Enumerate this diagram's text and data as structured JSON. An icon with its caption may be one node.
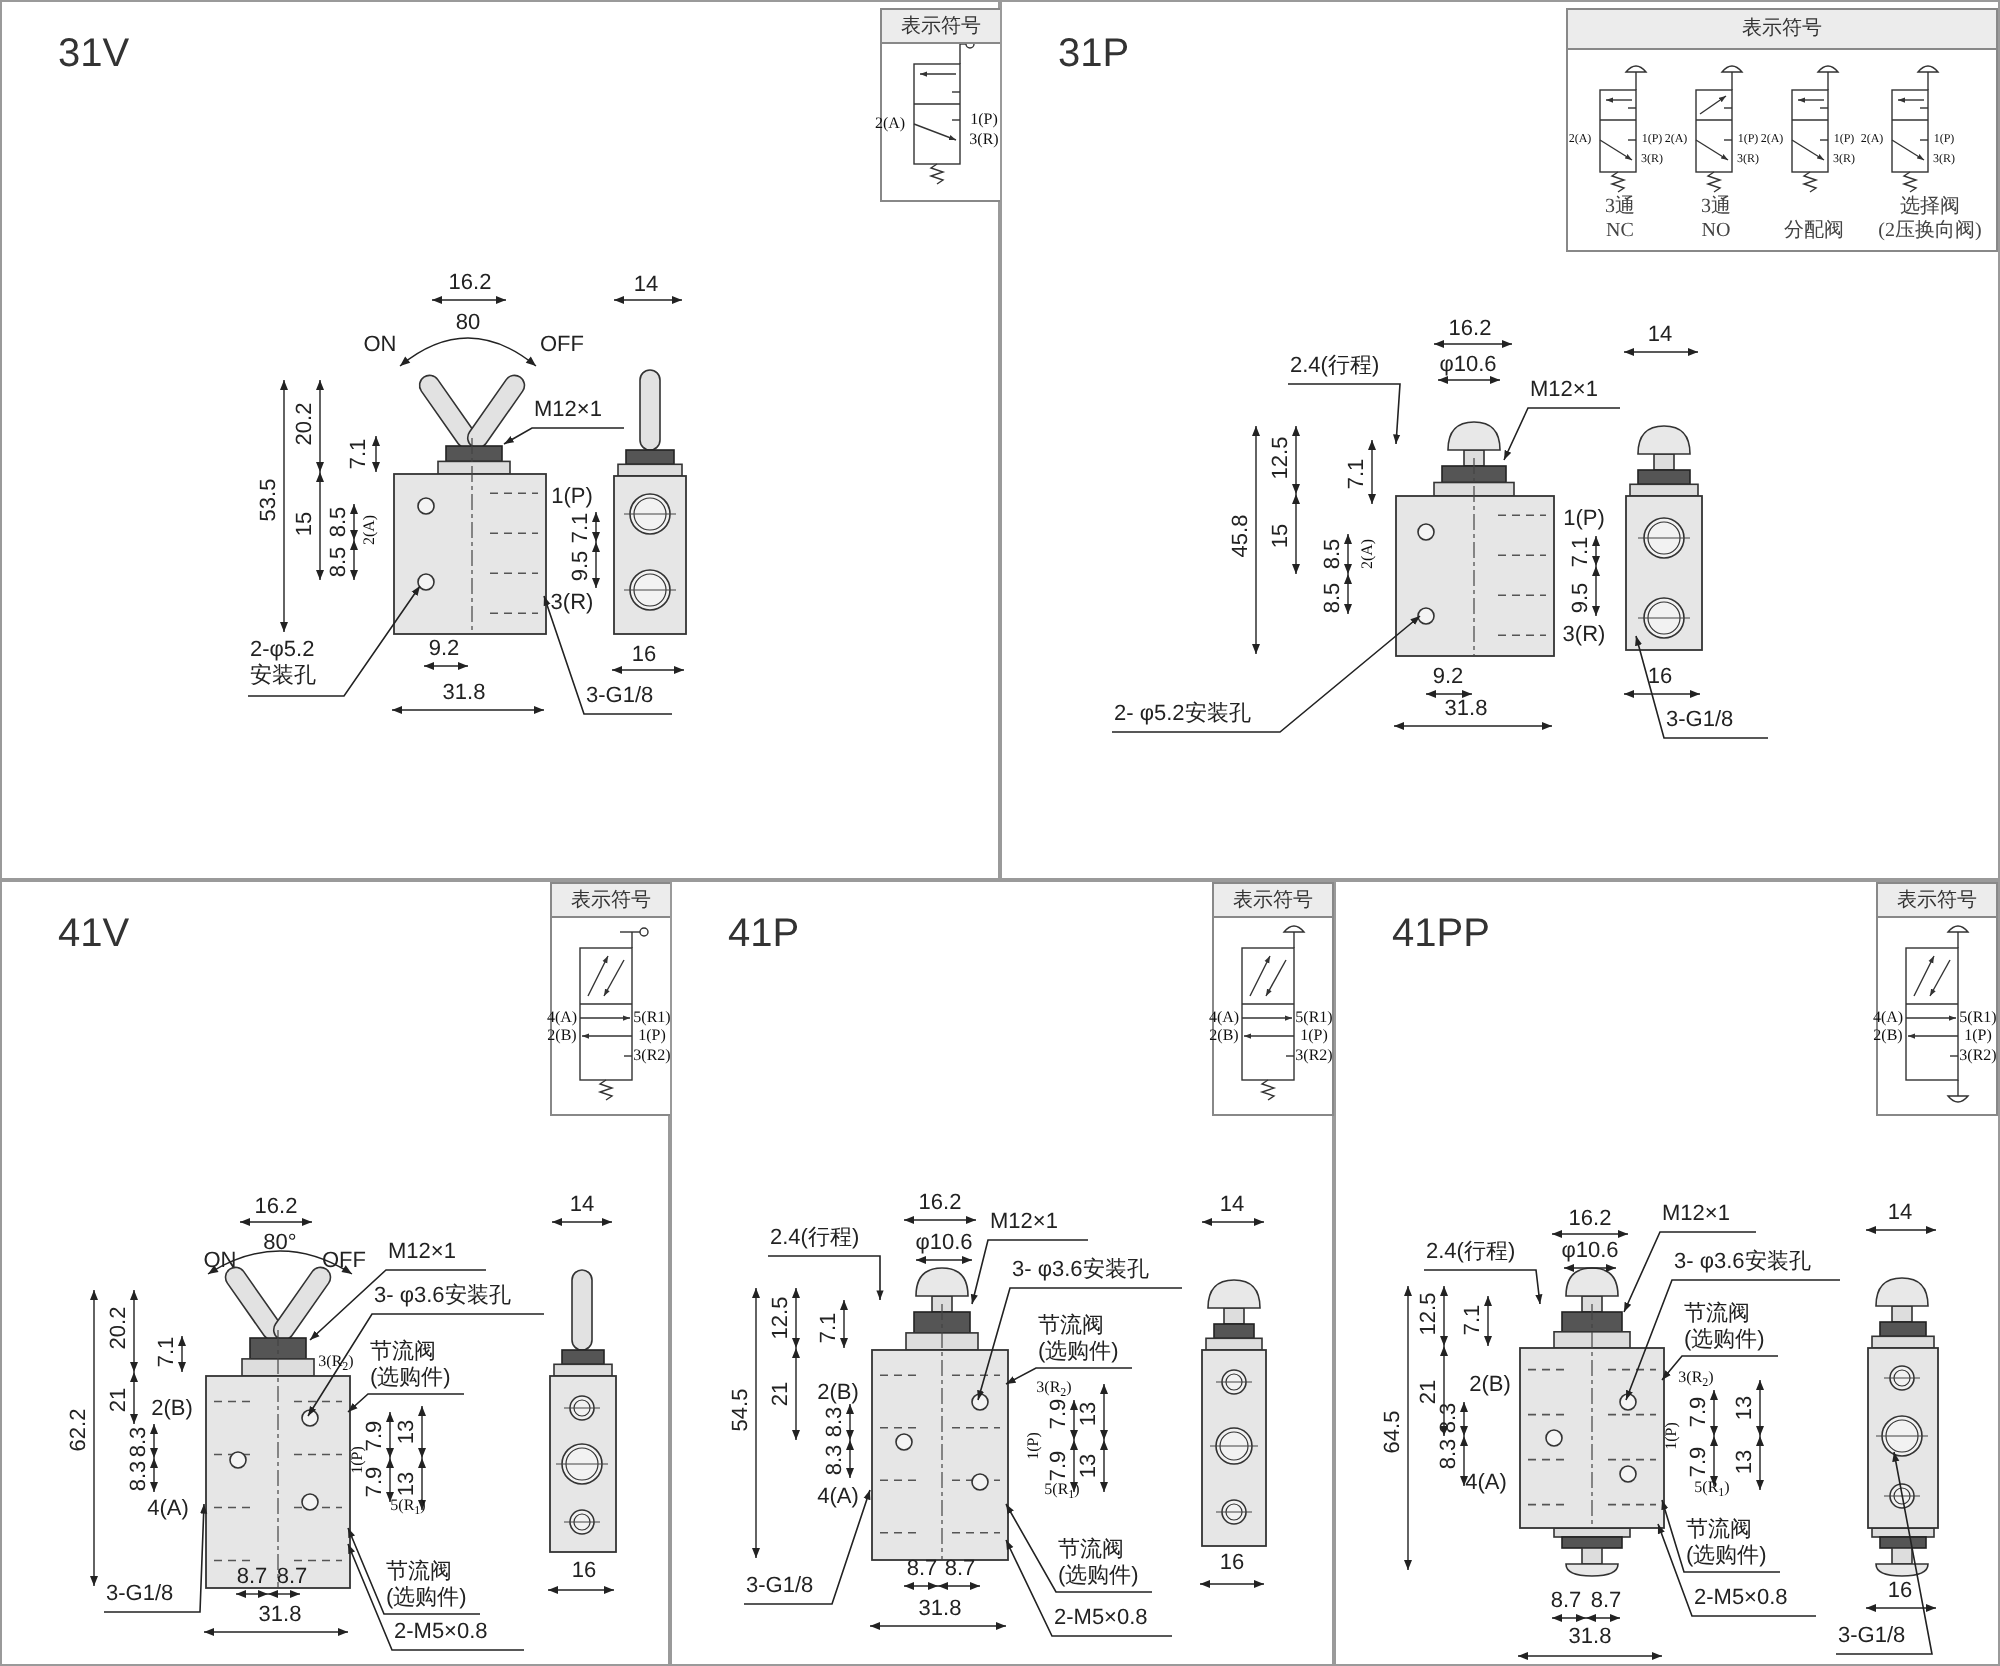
{
  "diagram": {
    "nodes": [
      {
        "text": [
          "31V"
        ]
      },
      {
        "text": [
          "表示符号"
        ],
        "in": 0
      },
      {
        "text": [
          "M12×1"
        ],
        "in": 0
      },
      {
        "text": [
          "2-φ5.2 安装孔"
        ],
        "in": 0
      },
      {
        "text": [
          "3-G1/8"
        ],
        "in": 0
      },
      {
        "text": [
          "31P"
        ]
      },
      {
        "text": [
          "表示符号"
        ],
        "in": 5
      },
      {
        "text": [
          "3通 NC"
        ],
        "in": 6
      },
      {
        "text": [
          "3通 NO"
        ],
        "in": 6
      },
      {
        "text": [
          "分配阀"
        ],
        "in": 6
      },
      {
        "text": [
          "选择阀 (2压换向阀)"
        ],
        "in": 6
      },
      {
        "text": [
          "2.4(行程)"
        ],
        "in": 5
      },
      {
        "text": [
          "M12×1"
        ],
        "in": 5
      },
      {
        "text": [
          "2- φ5.2安装孔"
        ],
        "in": 5
      },
      {
        "text": [
          "3-G1/8"
        ],
        "in": 5
      },
      {
        "text": [
          "41V"
        ]
      },
      {
        "text": [
          "表示符号"
        ],
        "in": 15
      },
      {
        "text": [
          "M12×1"
        ],
        "in": 15
      },
      {
        "text": [
          "3- φ3.6安装孔"
        ],
        "in": 15
      },
      {
        "text": [
          "节流阀 (选购件)"
        ],
        "in": 15
      },
      {
        "text": [
          "3-G1/8"
        ],
        "in": 15
      },
      {
        "text": [
          "节流阀 (选购件)"
        ],
        "in": 15
      },
      {
        "text": [
          "2-M5×0.8"
        ],
        "in": 15
      },
      {
        "text": [
          "41P"
        ]
      },
      {
        "text": [
          "表示符号"
        ],
        "in": 23
      },
      {
        "text": [
          "2.4(行程)"
        ],
        "in": 23
      },
      {
        "text": [
          "M12×1"
        ],
        "in": 23
      },
      {
        "text": [
          "3- φ3.6安装孔"
        ],
        "in": 23
      },
      {
        "text": [
          "节流阀 (选购件)"
        ],
        "in": 23
      },
      {
        "text": [
          "3-G1/8"
        ],
        "in": 23
      },
      {
        "text": [
          "节流阀 (选购件)"
        ],
        "in": 23
      },
      {
        "text": [
          "2-M5×0.8"
        ],
        "in": 23
      },
      {
        "text": [
          "41PP"
        ]
      },
      {
        "text": [
          "表示符号"
        ],
        "in": 32
      },
      {
        "text": [
          "2.4(行程)"
        ],
        "in": 32
      },
      {
        "text": [
          "M12×1"
        ],
        "in": 32
      },
      {
        "text": [
          "3- φ3.6安装孔"
        ],
        "in": 32
      },
      {
        "text": [
          "节流阀 (选购件)"
        ],
        "in": 32
      },
      {
        "text": [
          "节流阀 (选购件)"
        ],
        "in": 32
      },
      {
        "text": [
          "2-M5×0.8"
        ],
        "in": 32
      },
      {
        "text": [
          "3-G1/8"
        ],
        "in": 32
      },
      {
        "text": [],
        "shape": "picture",
        "in": 0
      },
      {
        "text": [],
        "shape": "picture",
        "in": 0
      },
      {
        "text": [],
        "shape": "picture",
        "in": 5
      },
      {
        "text": [],
        "shape": "picture",
        "in": 5
      },
      {
        "text": [],
        "shape": "picture",
        "in": 15
      },
      {
        "text": [],
        "shape": "picture",
        "in": 15
      },
      {
        "text": [],
        "shape": "picture",
        "in": 23
      },
      {
        "text": [],
        "shape": "picture",
        "in": 23
      },
      {
        "text": [],
        "shape": "picture",
        "in": 32
      },
      {
        "text": [],
        "shape": "picture",
        "in": 32
      }
    ],
    "edges": [
      {
        "from": 2,
        "to": 41,
        "arrow": "to"
      },
      {
        "from": 3,
        "to": 41,
        "arrow": "to"
      },
      {
        "from": 4,
        "to": 41,
        "arrow": "to"
      },
      {
        "from": 11,
        "to": 43,
        "arrow": "to"
      },
      {
        "from": 12,
        "to": 43,
        "arrow": "to"
      },
      {
        "from": 13,
        "to": 43,
        "arrow": "to"
      },
      {
        "from": 14,
        "to": 44,
        "arrow": "to"
      },
      {
        "from": 17,
        "to": 45,
        "arrow": "to"
      },
      {
        "from": 18,
        "to": 45,
        "arrow": "to"
      },
      {
        "from": 19,
        "to": 45,
        "arrow": "to"
      },
      {
        "from": 20,
        "to": 45,
        "arrow": "to"
      },
      {
        "from": 21,
        "to": 45,
        "arrow": "to"
      },
      {
        "from": 22,
        "to": 45,
        "arrow": "to"
      },
      {
        "from": 25,
        "to": 47,
        "arrow": "to"
      },
      {
        "from": 26,
        "to": 47,
        "arrow": "to"
      },
      {
        "from": 27,
        "to": 47,
        "arrow": "to"
      },
      {
        "from": 28,
        "to": 47,
        "arrow": "to"
      },
      {
        "from": 29,
        "to": 47,
        "arrow": "to"
      },
      {
        "from": 30,
        "to": 47,
        "arrow": "to"
      },
      {
        "from": 31,
        "to": 47,
        "arrow": "to"
      },
      {
        "from": 34,
        "to": 49,
        "arrow": "to"
      },
      {
        "from": 35,
        "to": 49,
        "arrow": "to"
      },
      {
        "from": 36,
        "to": 49,
        "arrow": "to"
      },
      {
        "from": 37,
        "to": 49,
        "arrow": "to"
      },
      {
        "from": 38,
        "to": 49,
        "arrow": "to"
      },
      {
        "from": 39,
        "to": 49,
        "arrow": "to"
      },
      {
        "from": 40,
        "to": 50,
        "arrow": "to"
      }
    ],
    "labels": [
      "16.2",
      "80",
      "ON",
      "OFF",
      "53.5",
      "20.2",
      "7.1",
      "15",
      "8.5",
      "2(A)",
      "8.5",
      "1(P)",
      "7.1",
      "9.5",
      "3(R)",
      "9.2",
      "31.8",
      "14",
      "16",
      "2(A)",
      "1(P)",
      "3(R)",
      "16.2",
      "φ10.6",
      "14",
      "45.8",
      "12.5",
      "7.1",
      "15",
      "8.5",
      "2(A)",
      "8.5",
      "1(P)",
      "7.1",
      "9.5",
      "3(R)",
      "9.2",
      "31.8",
      "16",
      "2(A)",
      "1(P)",
      "3(R)",
      "2(A)",
      "1(P)",
      "3(R)",
      "2(A)",
      "1(P)",
      "3(R)",
      "2(A)",
      "1(P)",
      "3(R)",
      "16.2",
      "80°",
      "ON",
      "OFF",
      "62.2",
      "20.2",
      "7.1",
      "21",
      "2(B)",
      "3(R$_{2}$)",
      "8.3",
      "7.9",
      "13",
      "1(P)",
      "8.3",
      "7.9",
      "13",
      "4(A)",
      "5(R$_{1}$)",
      "8.7",
      "8.7",
      "31.8",
      "14",
      "16",
      "4(A)",
      "5(R1)",
      "2(B)",
      "1(P)",
      "3(R2)",
      "16.2",
      "φ10.6",
      "54.5",
      "12.5",
      "7.1",
      "21",
      "2(B)",
      "3(R$_{2}$)",
      "8.3",
      "7.9",
      "13",
      "1(P)",
      "8.3",
      "7.9",
      "13",
      "4(A)",
      "5(R$_{1}$)",
      "8.7",
      "8.7",
      "31.8",
      "14",
      "16",
      "4(A)",
      "5(R1)",
      "2(B)",
      "1(P)",
      "3(R2)",
      "16.2",
      "φ10.6",
      "64.5",
      "12.5",
      "7.1",
      "21",
      "2(B)",
      "3(R$_{2}$)",
      "8.3",
      "7.9",
      "13",
      "1(P)",
      "8.3",
      "7.9",
      "13",
      "4(A)",
      "5(R$_{1}$)",
      "8.7",
      "8.7",
      "31.8",
      "14",
      "16",
      "4(A)",
      "5(R1)",
      "2(B)",
      "1(P)",
      "3(R2)"
    ]
  }
}
